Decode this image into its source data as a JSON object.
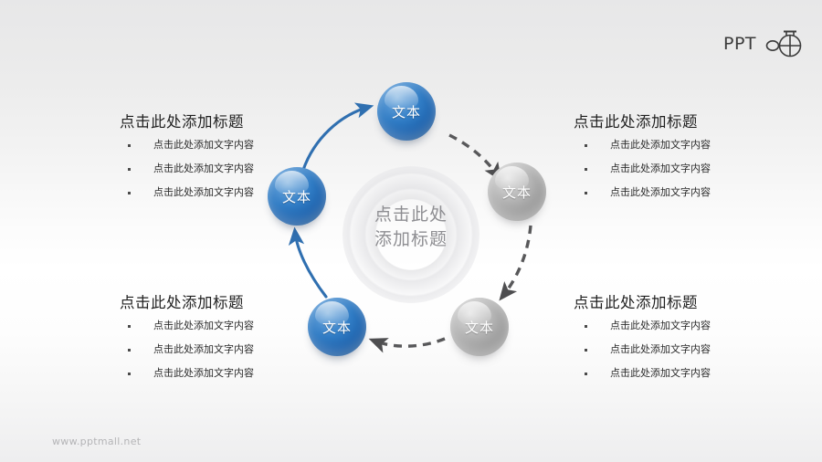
{
  "slide": {
    "background_top_color": "#e7e7e8",
    "background_mid_color": "#ffffff"
  },
  "logo": {
    "text": "PPT",
    "mark_name": "circle-cross-table-icon"
  },
  "center": {
    "line1": "点击此处",
    "line2": "添加标题",
    "color": "#8e8e92"
  },
  "nodes": [
    {
      "id": "top",
      "label": "文本",
      "color": "#2f7bc4",
      "tone": "blue"
    },
    {
      "id": "right",
      "label": "文本",
      "color": "#b2b2b2",
      "tone": "gray"
    },
    {
      "id": "botright",
      "label": "文本",
      "color": "#b2b2b2",
      "tone": "gray"
    },
    {
      "id": "bottom",
      "label": "文本",
      "color": "#2f7bc4",
      "tone": "blue"
    },
    {
      "id": "left",
      "label": "文本",
      "color": "#2f7bc4",
      "tone": "blue"
    }
  ],
  "connectors": [
    {
      "id": "left-to-top",
      "style": "solid",
      "color": "#2f6fb0"
    },
    {
      "id": "top-to-right",
      "style": "dashed",
      "color": "#58585a"
    },
    {
      "id": "right-to-botright",
      "style": "dashed",
      "color": "#58585a"
    },
    {
      "id": "botright-to-bottom",
      "style": "dashed",
      "color": "#58585a"
    },
    {
      "id": "bottom-to-left",
      "style": "solid",
      "color": "#2f6fb0"
    }
  ],
  "blocks": {
    "top_left": {
      "title": "点击此处添加标题",
      "items": [
        "点击此处添加文字内容",
        "点击此处添加文字内容",
        "点击此处添加文字内容"
      ]
    },
    "top_right": {
      "title": "点击此处添加标题",
      "items": [
        "点击此处添加文字内容",
        "点击此处添加文字内容",
        "点击此处添加文字内容"
      ]
    },
    "bottom_left": {
      "title": "点击此处添加标题",
      "items": [
        "点击此处添加文字内容",
        "点击此处添加文字内容",
        "点击此处添加文字内容"
      ]
    },
    "bottom_right": {
      "title": "点击此处添加标题",
      "items": [
        "点击此处添加文字内容",
        "点击此处添加文字内容",
        "点击此处添加文字内容"
      ]
    }
  },
  "footer": {
    "url": "www.pptmall.net"
  }
}
